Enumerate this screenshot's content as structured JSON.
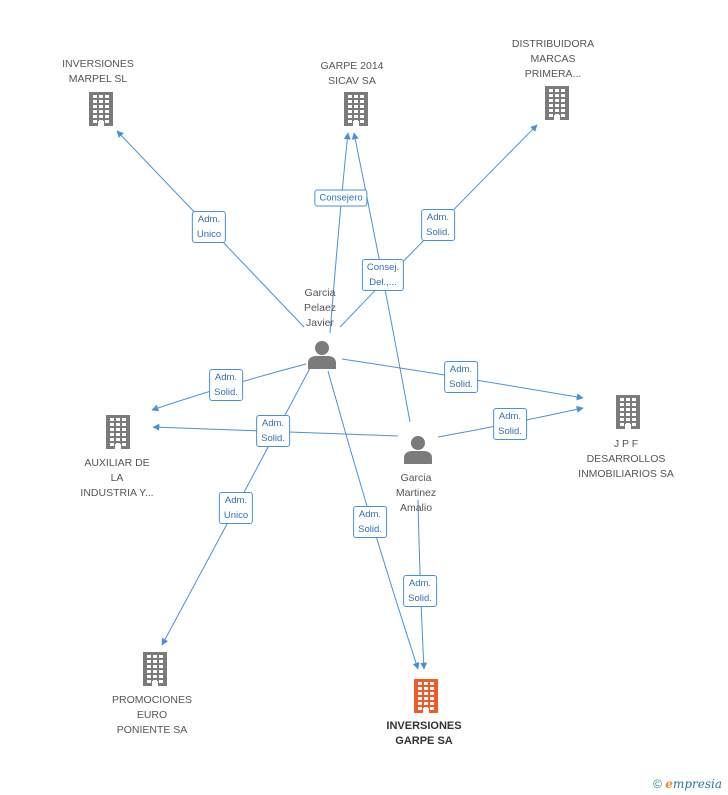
{
  "colors": {
    "edge": "#4a90d9",
    "building": "#7b7b7b",
    "focus_building": "#f05a28",
    "person": "#7b7b7b"
  },
  "nodes": {
    "marpel": {
      "label": "INVERSIONES\nMARPEL SL",
      "type": "company",
      "icon": "building-icon"
    },
    "garpe2014": {
      "label": "GARPE 2014\nSICAV SA",
      "type": "company",
      "icon": "building-icon"
    },
    "distrib": {
      "label": "DISTRIBUIDORA\nMARCAS\nPRIMERA...",
      "type": "company",
      "icon": "building-icon"
    },
    "pelaez": {
      "label": "Garcia\nPelaez\nJavier",
      "type": "person",
      "icon": "person-icon"
    },
    "auxiliar": {
      "label": "AUXILIAR DE\nLA\nINDUSTRIA Y...",
      "type": "company",
      "icon": "building-icon"
    },
    "jpf": {
      "label": "J P F\nDESARROLLOS\nINMOBILIARIOS SA",
      "type": "company",
      "icon": "building-icon"
    },
    "martinez": {
      "label": "Garcia\nMartinez\nAmalio",
      "type": "person",
      "icon": "person-icon"
    },
    "promociones": {
      "label": "PROMOCIONES\nEURO\nPONIENTE SA",
      "type": "company",
      "icon": "building-icon"
    },
    "garpe": {
      "label": "INVERSIONES\nGARPE SA",
      "type": "company",
      "icon": "building-icon",
      "focus": true
    }
  },
  "edges": [
    {
      "from": "pelaez",
      "to": "marpel",
      "label": "Adm.\nUnico"
    },
    {
      "from": "pelaez",
      "to": "garpe2014",
      "label": "Consejero"
    },
    {
      "from": "martinez",
      "to": "garpe2014",
      "label": "Consej.\nDel.,..."
    },
    {
      "from": "pelaez",
      "to": "distrib",
      "label": "Adm.\nSolid."
    },
    {
      "from": "pelaez",
      "to": "auxiliar",
      "label": "Adm.\nSolid."
    },
    {
      "from": "martinez",
      "to": "auxiliar",
      "label": "Adm.\nSolid."
    },
    {
      "from": "pelaez",
      "to": "jpf",
      "label": "Adm.\nSolid."
    },
    {
      "from": "martinez",
      "to": "jpf",
      "label": "Adm.\nSolid."
    },
    {
      "from": "pelaez",
      "to": "promociones",
      "label": "Adm.\nUnico"
    },
    {
      "from": "pelaez",
      "to": "garpe",
      "label": "Adm.\nSolid."
    },
    {
      "from": "martinez",
      "to": "garpe",
      "label": "Adm.\nSolid."
    }
  ],
  "footer": {
    "symbol": "©",
    "brand_e": "e",
    "brand_rest": "mpresia"
  }
}
